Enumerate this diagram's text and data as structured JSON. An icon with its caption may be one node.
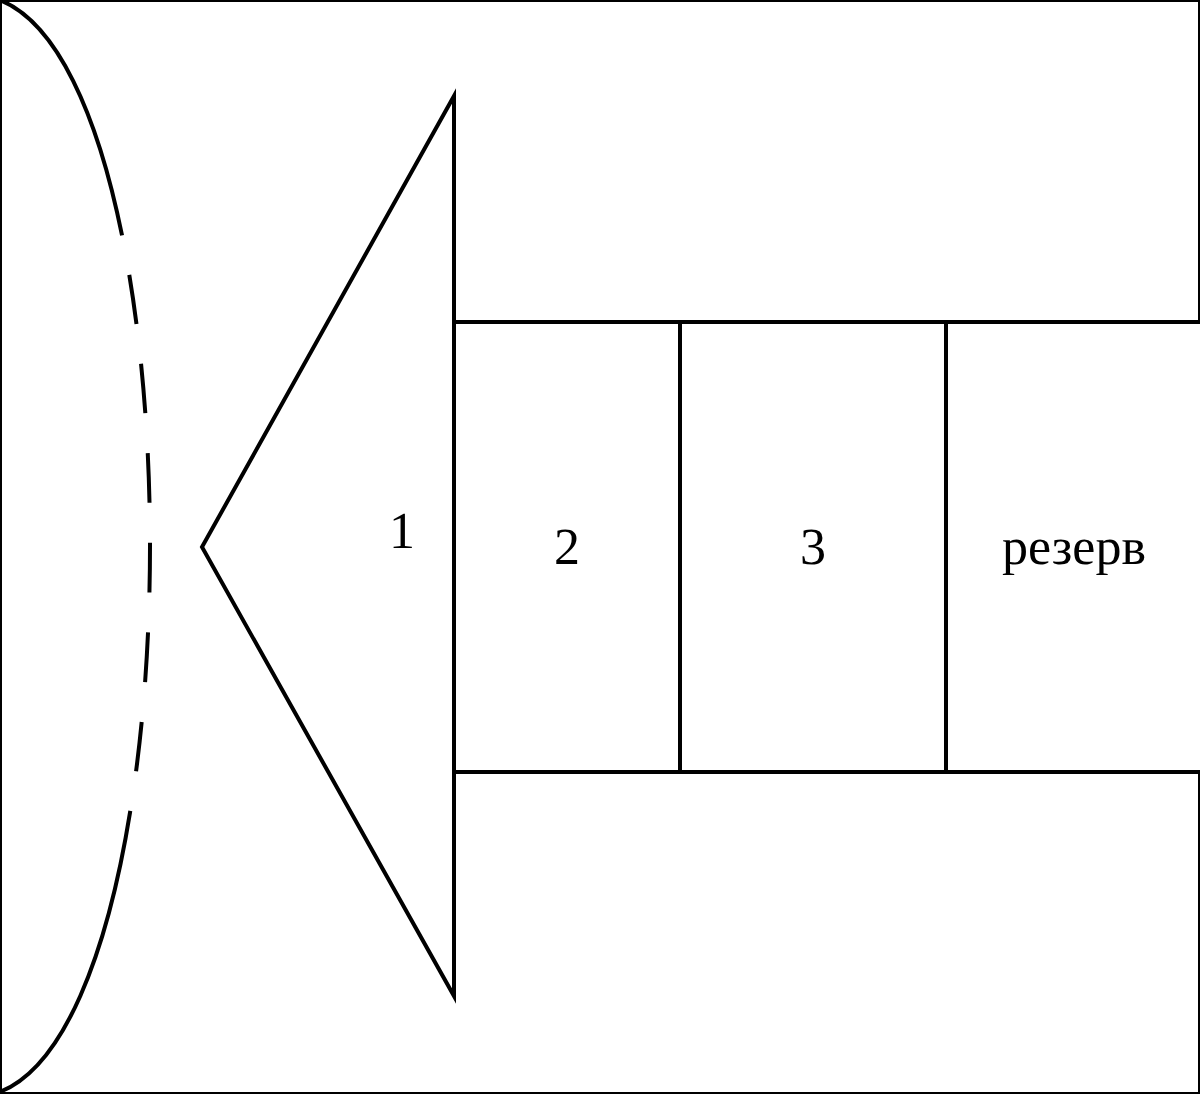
{
  "diagram": {
    "nodes": [
      {
        "text": [
          "1"
        ]
      },
      {
        "text": [
          "2"
        ]
      },
      {
        "text": [
          "3"
        ]
      },
      {
        "text": [
          "резерв"
        ]
      }
    ]
  }
}
